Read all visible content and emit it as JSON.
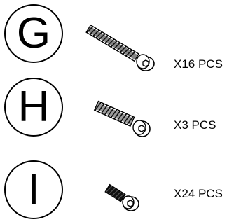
{
  "parts": [
    {
      "letter": "G",
      "quantity": "X16 PCS",
      "icon": "long-hex-socket-screw-icon"
    },
    {
      "letter": "H",
      "quantity": "X3 PCS",
      "icon": "medium-hex-socket-screw-icon"
    },
    {
      "letter": "I",
      "quantity": "X24 PCS",
      "icon": "short-hex-socket-screw-icon"
    }
  ],
  "colors": {
    "ink": "#000000",
    "background": "#ffffff"
  }
}
